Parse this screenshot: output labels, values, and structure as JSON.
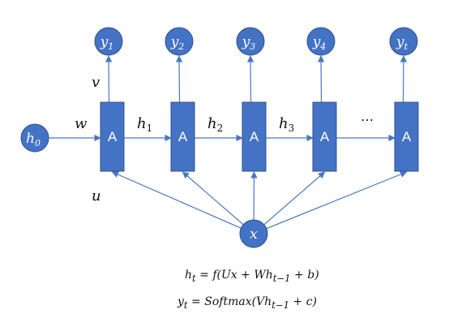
{
  "colors": {
    "node_fill": "#4472c4",
    "node_stroke": "#2f528f",
    "arrow": "#4a76c0",
    "text": "#111111"
  },
  "cells": [
    {
      "label": "A"
    },
    {
      "label": "A"
    },
    {
      "label": "A"
    },
    {
      "label": "A"
    },
    {
      "label": "A"
    }
  ],
  "outputs": [
    {
      "base": "y",
      "sub": "1"
    },
    {
      "base": "y",
      "sub": "2"
    },
    {
      "base": "y",
      "sub": "3"
    },
    {
      "base": "y",
      "sub": "4"
    },
    {
      "base": "y",
      "sub": "t"
    }
  ],
  "initial_state": {
    "base": "h",
    "sub": "0"
  },
  "input": {
    "label": "x"
  },
  "weights": {
    "w": "w",
    "v": "v",
    "u": "u"
  },
  "hidden_states": [
    {
      "base": "h",
      "sub": "1"
    },
    {
      "base": "h",
      "sub": "2"
    },
    {
      "base": "h",
      "sub": "3"
    }
  ],
  "ellipsis": "…",
  "formulas": {
    "ht": {
      "lhs_base": "h",
      "lhs_sub": "t",
      "eq": " = ",
      "rhs_pre": "f(Ux + Wh",
      "rhs_sub": "t−1",
      "rhs_post": " + b)"
    },
    "yt": {
      "lhs_base": "y",
      "lhs_sub": "t",
      "eq": " = ",
      "rhs_pre": "Softmax(Vh",
      "rhs_sub": "t−1",
      "rhs_post": " + c)"
    }
  }
}
